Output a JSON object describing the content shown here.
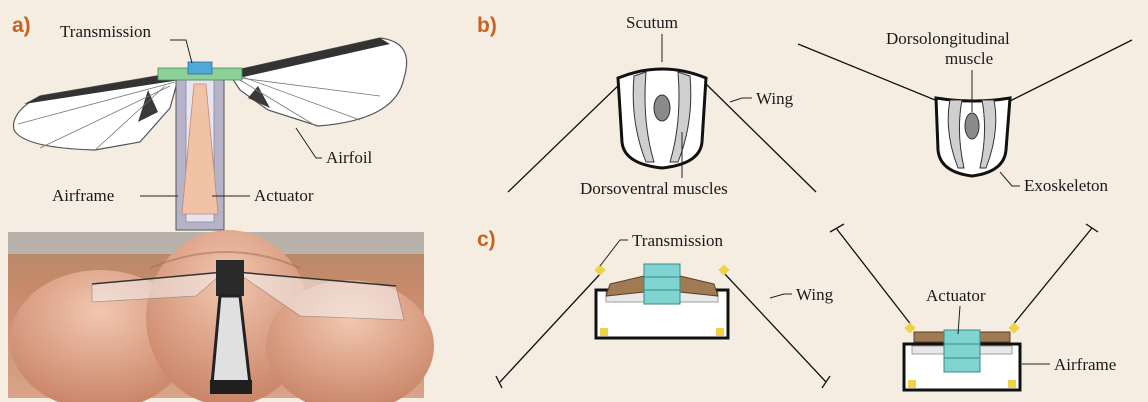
{
  "panels": {
    "a": "a)",
    "b": "b)",
    "c": "c)"
  },
  "labels_a": {
    "transmission": "Transmission",
    "airfoil": "Airfoil",
    "airframe": "Airframe",
    "actuator": "Actuator"
  },
  "labels_b": {
    "scutum": "Scutum",
    "wing": "Wing",
    "dorsoventral": "Dorsoventral muscles",
    "dorsolongitudinal_1": "Dorsolongitudinal",
    "dorsolongitudinal_2": "muscle",
    "exoskeleton": "Exoskeleton"
  },
  "labels_c": {
    "transmission": "Transmission",
    "wing": "Wing",
    "actuator": "Actuator",
    "airframe": "Airframe"
  },
  "colors": {
    "panel_letter": "#c46420",
    "background": "#f6ede2",
    "actuator_fill": "#f1c3a6",
    "transmission_green": "#8ccf97",
    "transmission_blue": "#4fa8d8",
    "muscle_cyan": "#7fd3d0",
    "actuator_brown": "#a07a52",
    "hinge_yellow": "#f0d24a",
    "wing_dark": "#4d4d4d"
  }
}
